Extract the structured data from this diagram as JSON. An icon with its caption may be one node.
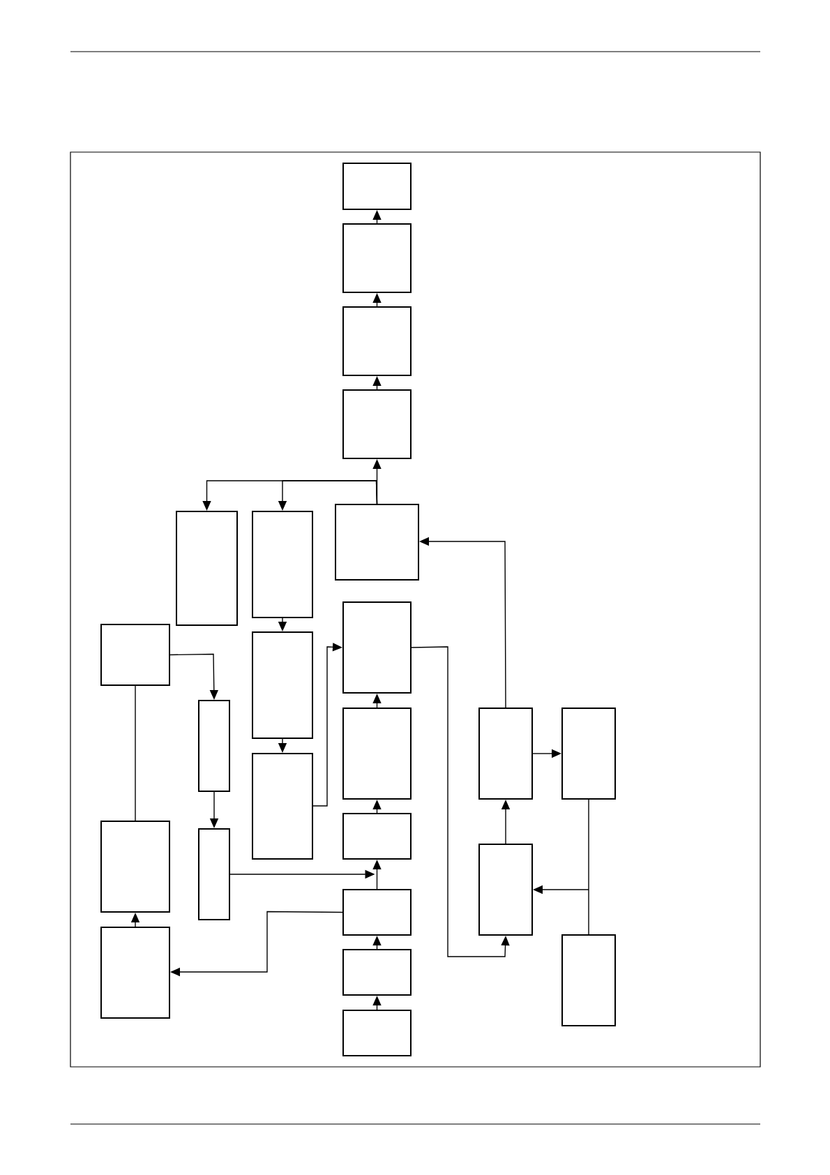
{
  "diagram": {
    "nodes": [
      {
        "text": [],
        "shape": "box"
      },
      {
        "text": [],
        "shape": "box"
      },
      {
        "text": [],
        "shape": "box"
      },
      {
        "text": [],
        "shape": "box"
      },
      {
        "text": [],
        "shape": "box"
      },
      {
        "text": [],
        "shape": "box"
      },
      {
        "text": [],
        "shape": "box"
      },
      {
        "text": [],
        "shape": "box"
      },
      {
        "text": [],
        "shape": "box"
      },
      {
        "text": [],
        "shape": "box"
      },
      {
        "text": [],
        "shape": "box"
      },
      {
        "text": [],
        "shape": "box"
      },
      {
        "text": [],
        "shape": "box"
      },
      {
        "text": [],
        "shape": "box"
      },
      {
        "text": [],
        "shape": "box"
      },
      {
        "text": [],
        "shape": "box"
      },
      {
        "text": [],
        "shape": "box"
      },
      {
        "text": [],
        "shape": "box"
      },
      {
        "text": [],
        "shape": "box"
      },
      {
        "text": [],
        "shape": "box"
      },
      {
        "text": [],
        "shape": "box"
      },
      {
        "text": [],
        "shape": "box"
      },
      {
        "text": [],
        "shape": "box"
      },
      {
        "text": [],
        "shape": "box"
      }
    ],
    "edges": [
      {
        "from": 1,
        "to": 0,
        "arrow": "to"
      },
      {
        "from": 2,
        "to": 1,
        "arrow": "to"
      },
      {
        "from": 3,
        "to": 2,
        "arrow": "to"
      },
      {
        "from": 4,
        "to": 3,
        "arrow": "to"
      },
      {
        "from": 4,
        "to": 5,
        "arrow": "to"
      },
      {
        "from": 4,
        "to": 6,
        "arrow": "to"
      },
      {
        "from": 6,
        "to": 9,
        "arrow": "to"
      },
      {
        "from": 9,
        "to": 14,
        "arrow": "to"
      },
      {
        "from": 14,
        "to": 7,
        "arrow": "to"
      },
      {
        "from": 11,
        "to": 7,
        "arrow": "to"
      },
      {
        "from": 15,
        "to": 11,
        "arrow": "to"
      },
      {
        "from": 19,
        "to": 15,
        "arrow": "to"
      },
      {
        "from": 21,
        "to": 19,
        "arrow": "to"
      },
      {
        "from": 23,
        "to": 21,
        "arrow": "to"
      },
      {
        "from": 17,
        "to": 15,
        "arrow": "to"
      },
      {
        "from": 19,
        "to": 20,
        "arrow": "to"
      },
      {
        "from": 20,
        "to": 16,
        "arrow": "to"
      },
      {
        "from": 8,
        "to": 10,
        "arrow": "to"
      },
      {
        "from": 10,
        "to": 17,
        "arrow": "to"
      },
      {
        "from": 8,
        "to": 16,
        "arrow": "none"
      },
      {
        "from": 7,
        "to": 18,
        "arrow": "to"
      },
      {
        "from": 12,
        "to": 4,
        "arrow": "to"
      },
      {
        "from": 12,
        "to": 13,
        "arrow": "to"
      },
      {
        "from": 18,
        "to": 12,
        "arrow": "to"
      },
      {
        "from": 13,
        "to": 18,
        "arrow": "to"
      },
      {
        "from": 22,
        "to": 18,
        "arrow": "to"
      }
    ]
  }
}
